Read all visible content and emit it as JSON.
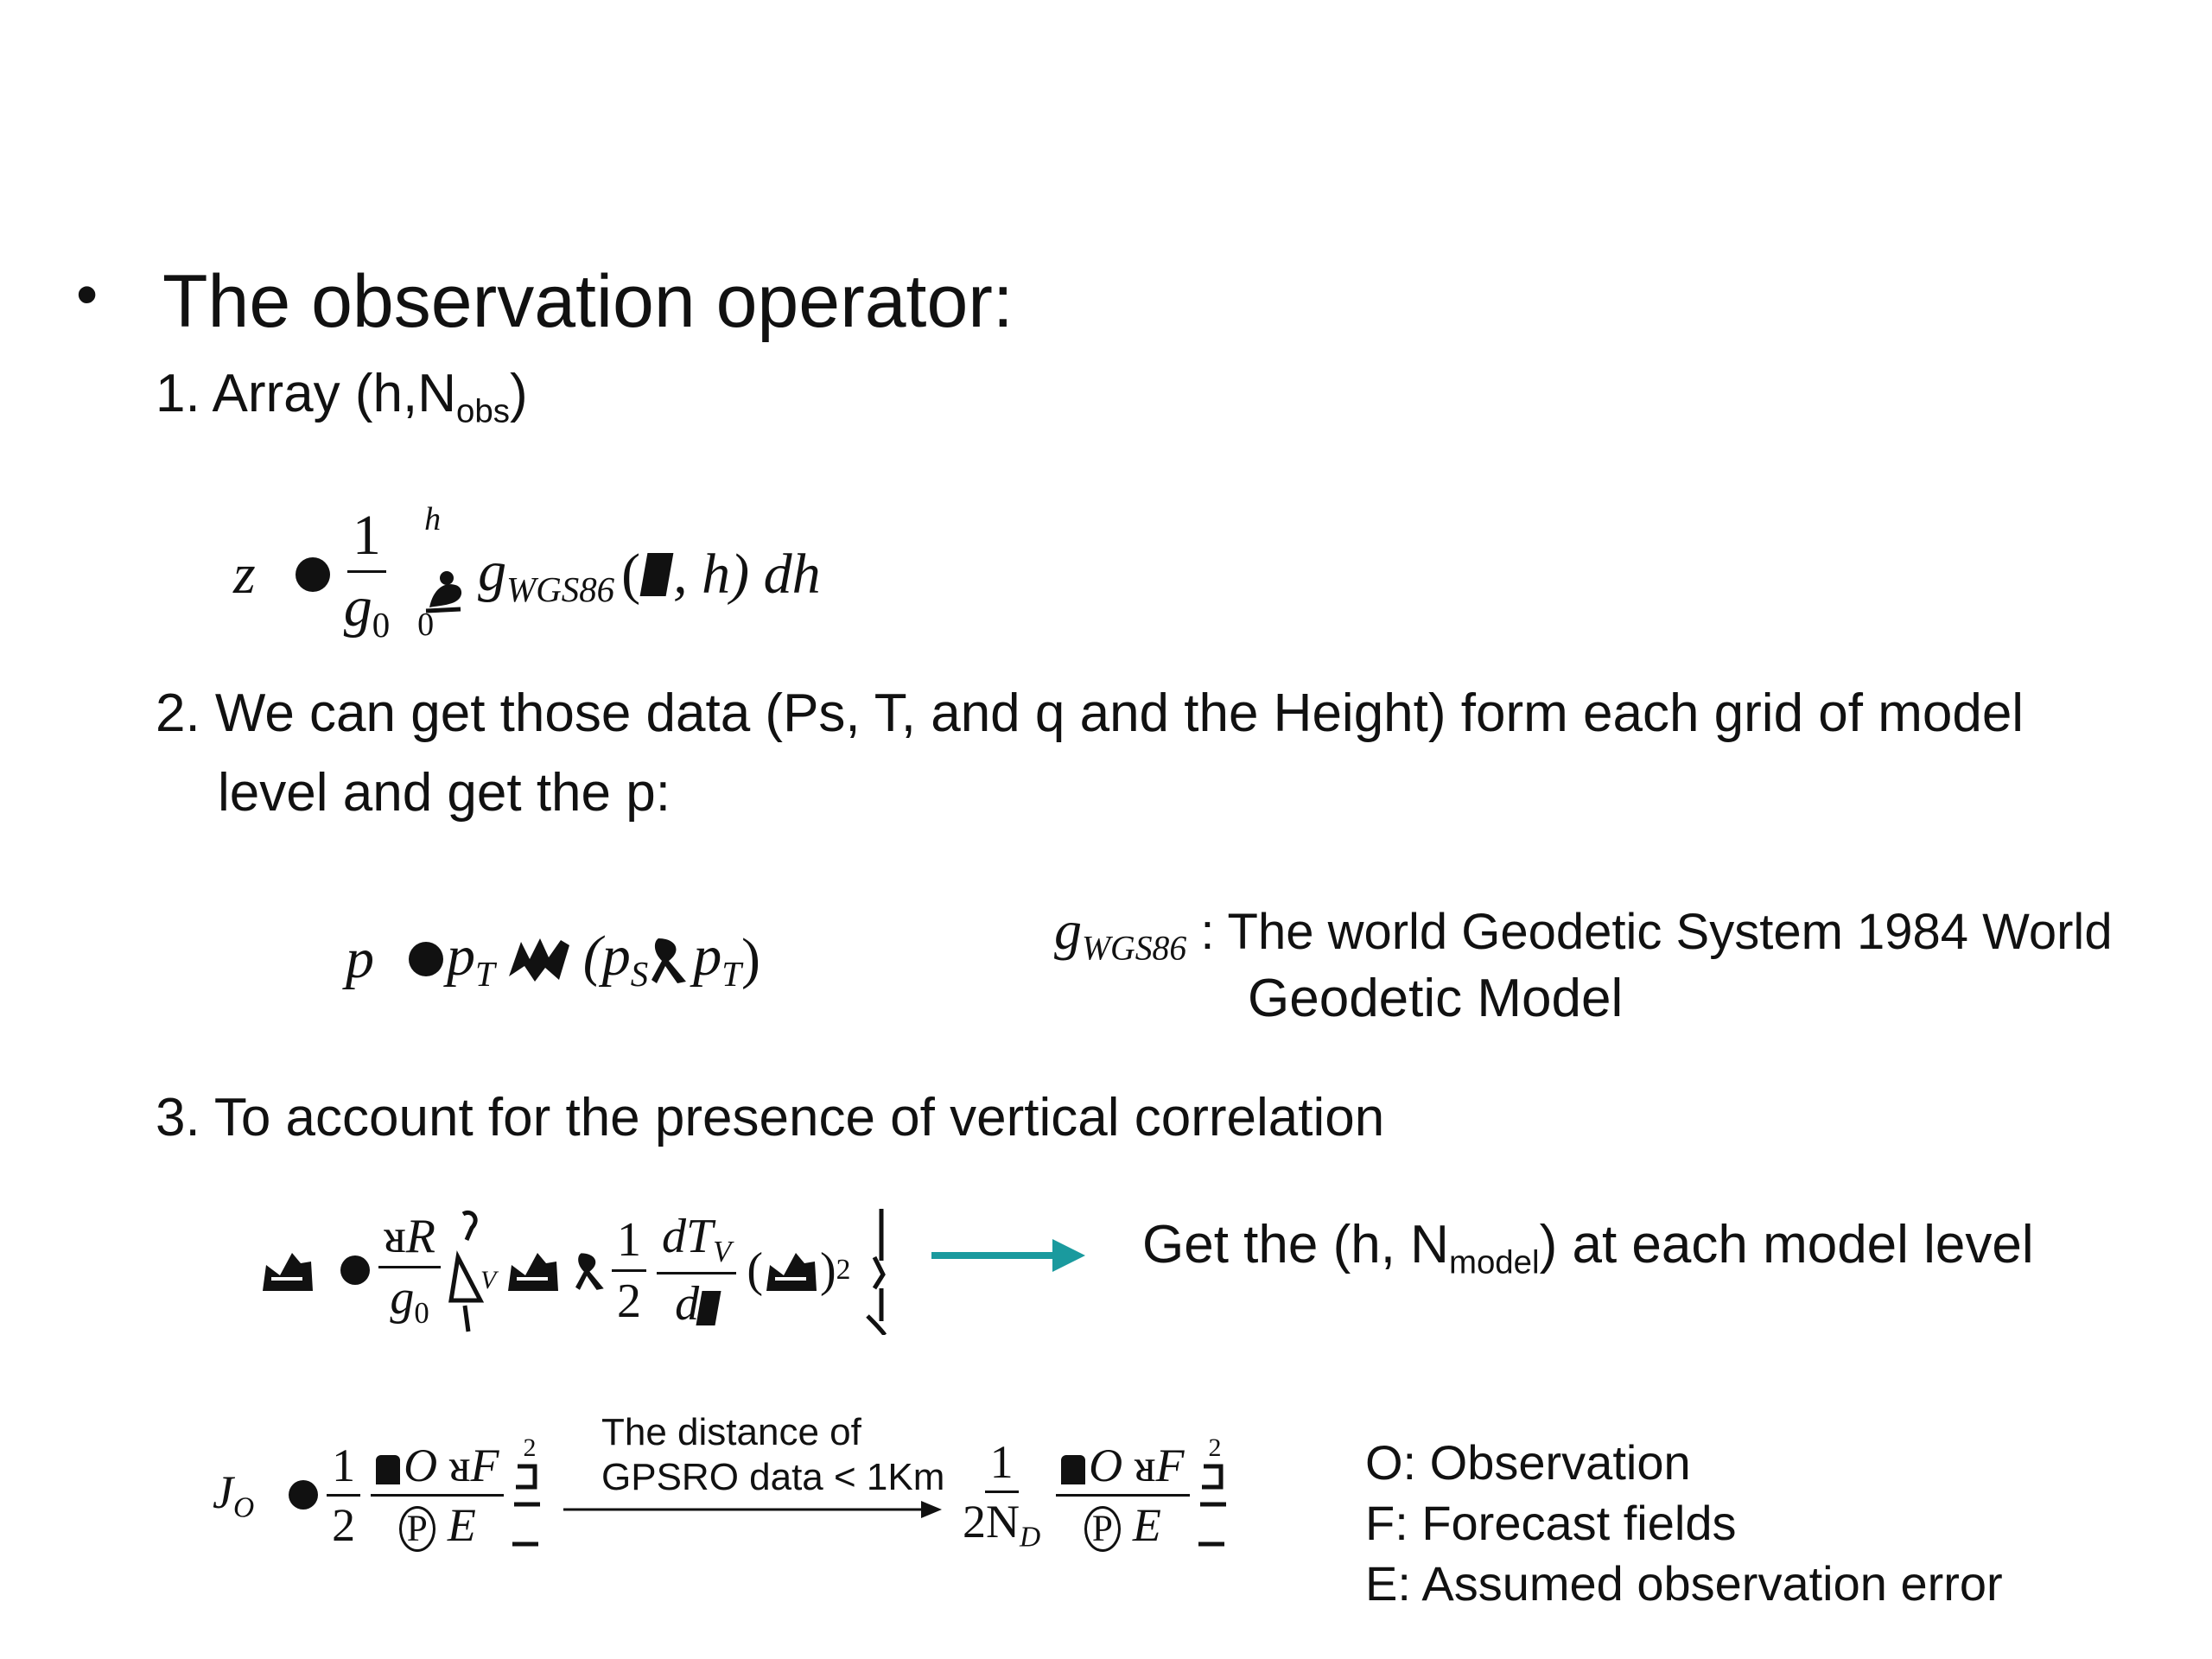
{
  "heading": {
    "bullet": "•",
    "title": "The observation operator:"
  },
  "item1": {
    "prefix": "1. Array (h,N",
    "sub": "obs",
    "suffix": ")"
  },
  "eq1": {
    "lhs": "z",
    "num": "1",
    "den": "g",
    "den_sub": "0",
    "upper_limit": "h",
    "lower_limit": "0",
    "g": "g",
    "g_sub": "WGS86",
    "args": "(",
    "args2": ", h) dh"
  },
  "item2": {
    "line1": "2. We can get those data (Ps, T, and q and the Height) form each grid of model",
    "line2": "level and get the p:"
  },
  "eq2": {
    "lhs": "p",
    "pt": "p",
    "pt_sub": "T",
    "open": "(p",
    "ps_sub": "S",
    "pt2": "p",
    "pt2_sub": "T",
    "close": ")"
  },
  "gnote": {
    "g": "g",
    "g_sub": "WGS86",
    "line1": " : The world Geodetic System 1984 World",
    "line2": "Geodetic Model"
  },
  "item3": {
    "text": "3. To account for the presence of vertical correlation"
  },
  "eq3": {
    "num": "R",
    "den": "g",
    "den_sub": "0",
    "v": "V",
    "half_num": "1",
    "half_den": "2",
    "dt_num": "dT",
    "dt_num_sub": "V",
    "dt_den": "d",
    "paren_open": "(",
    "paren_close": ")",
    "exp": "2"
  },
  "result": {
    "prefix": "Get the (h, N",
    "sub": "model",
    "suffix": ") at each model level"
  },
  "eq4": {
    "lhs": "J",
    "lhs_sub": "O",
    "num": "1",
    "den": "2",
    "o": "O",
    "f": "F",
    "e": "E",
    "exp": "2",
    "num2": "1",
    "den2": "2N",
    "den2_sub": "D",
    "o2": "O",
    "f2": "F",
    "e2": "E",
    "exp2": "2"
  },
  "distance_note": {
    "line1": "The distance of",
    "line2": "GPSRO data < 1Km"
  },
  "legend": {
    "o": "O: Observation",
    "f": "F: Forecast fields",
    "e": "E: Assumed observation error"
  },
  "colors": {
    "arrow": "#1a9a9e",
    "text": "#111111"
  }
}
